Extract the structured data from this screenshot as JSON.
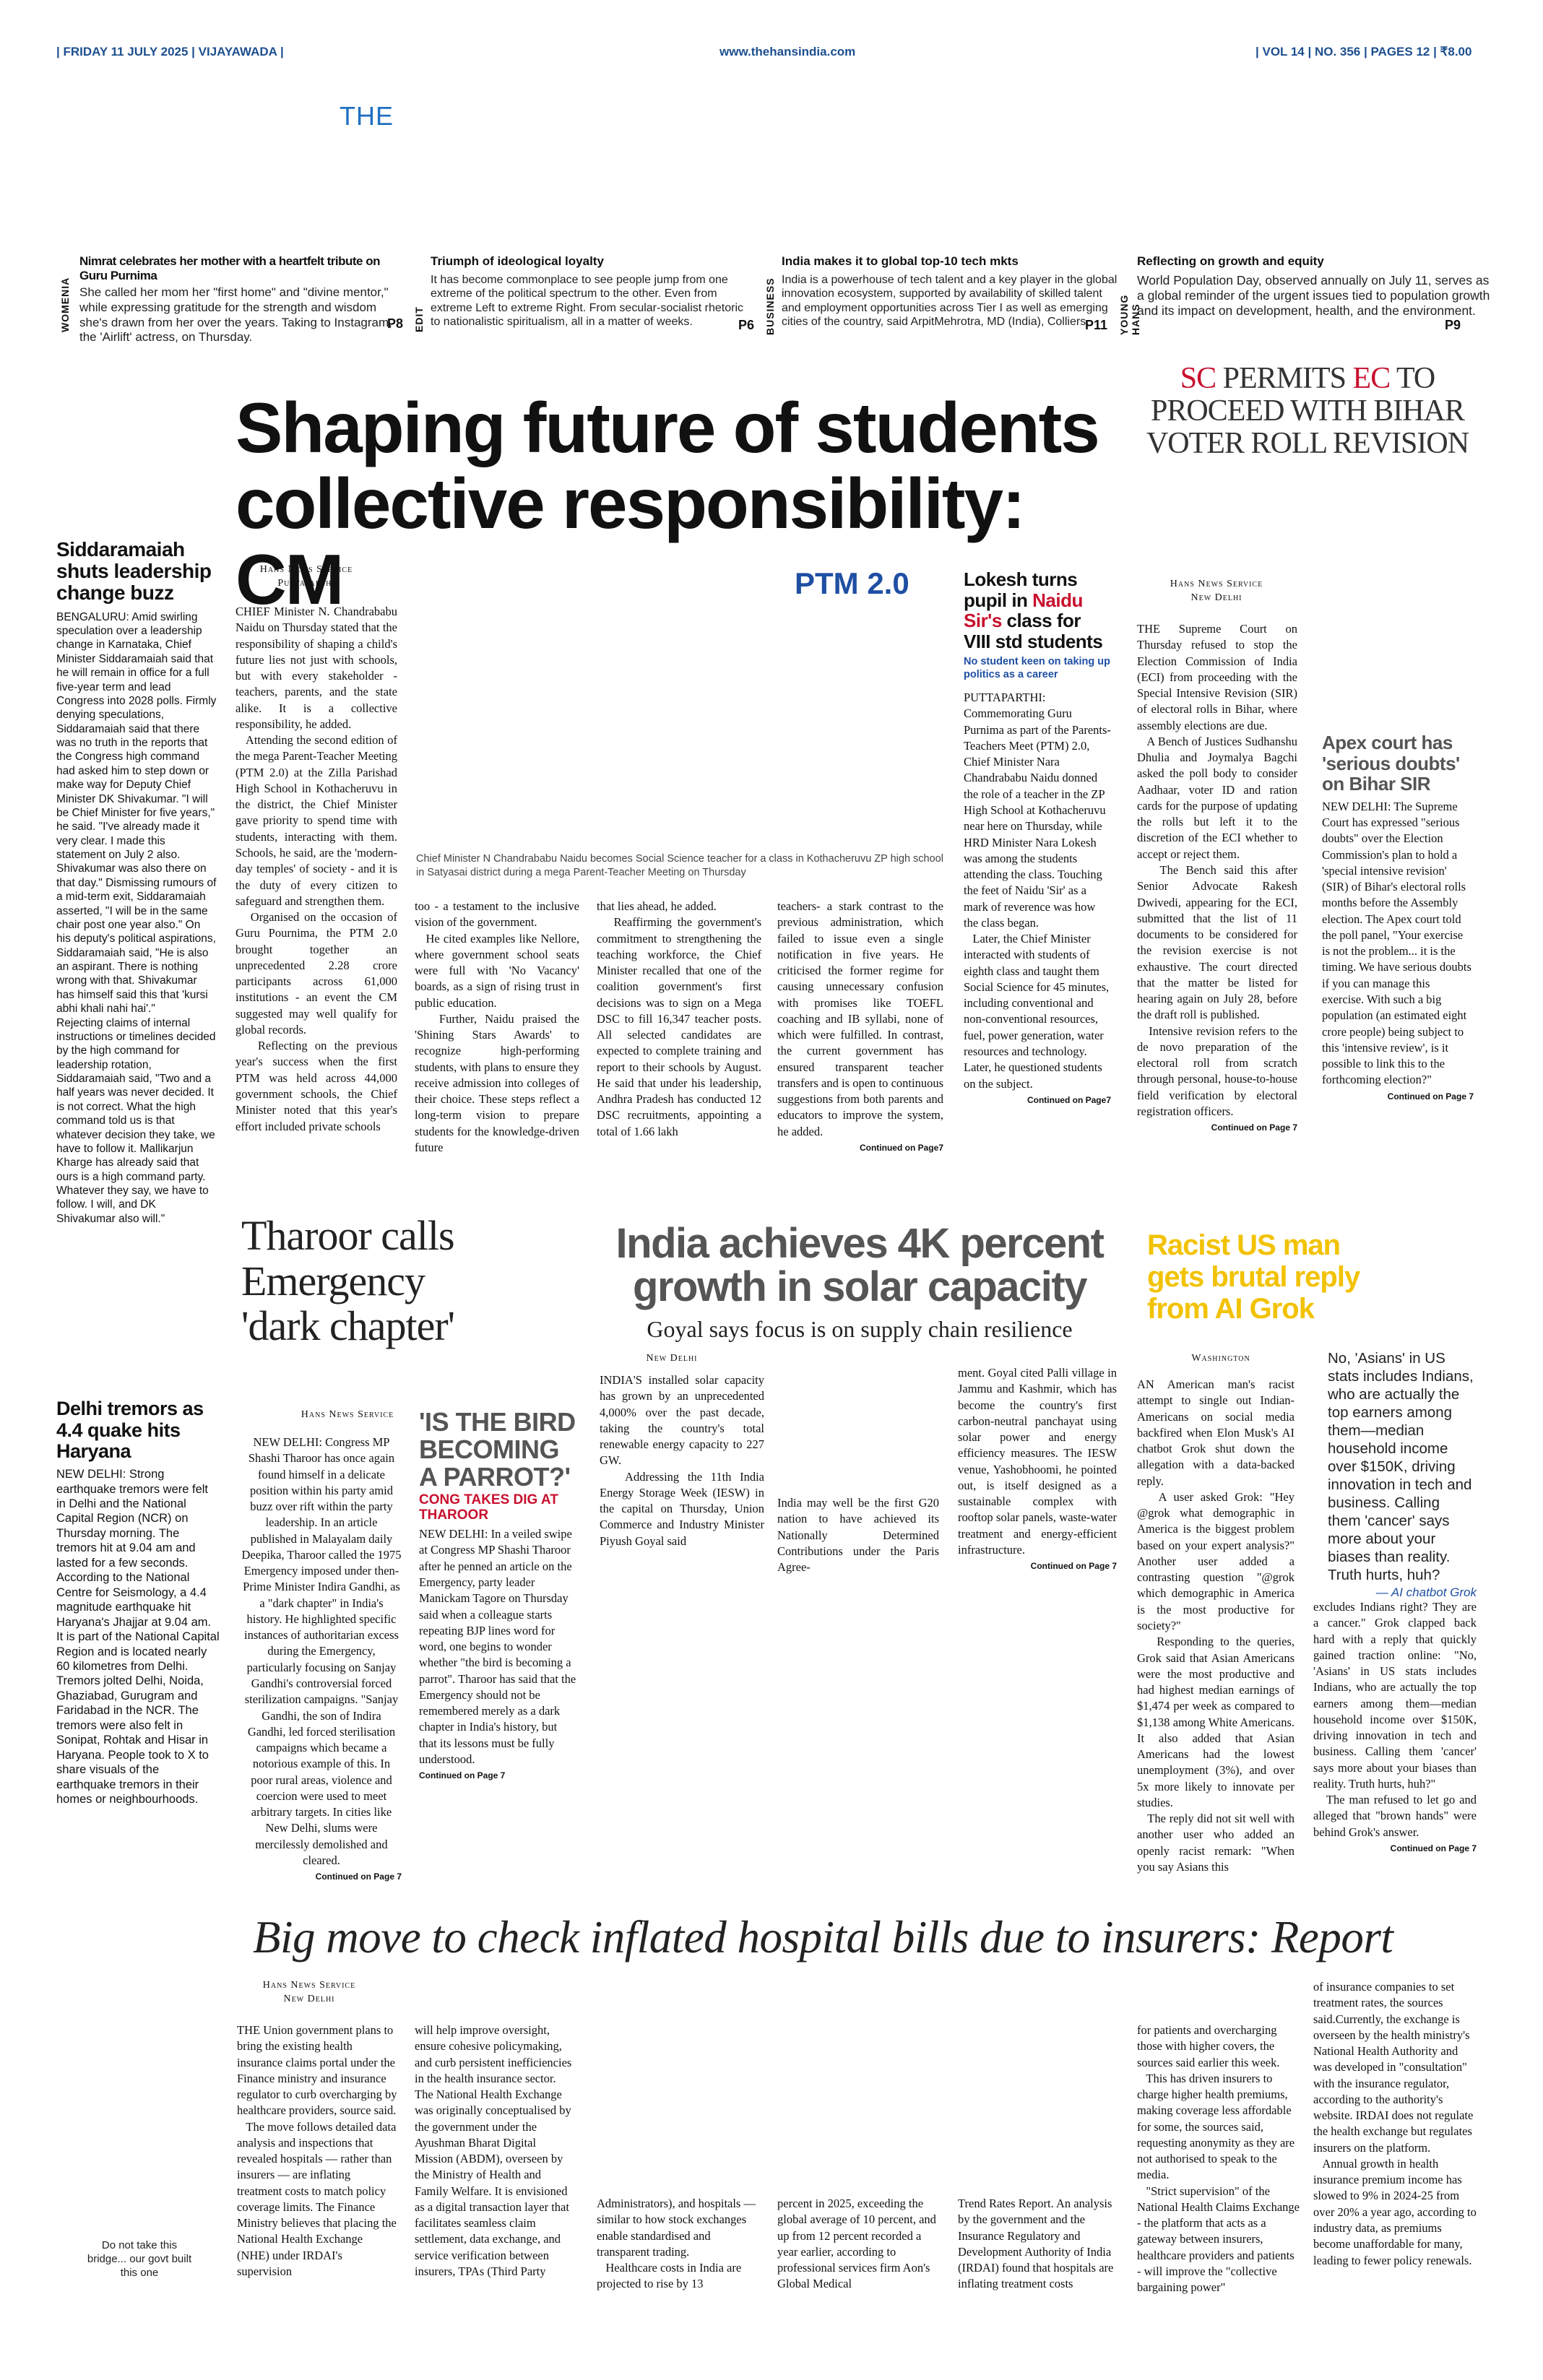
{
  "topbar": {
    "left": "| FRIDAY 11 JULY 2025 | VIJAYAWADA |",
    "center": "www.thehansindia.com",
    "right": "| VOL 14 | NO. 356 | PAGES 12 | ₹8.00"
  },
  "masthead": {
    "fragment": "THE"
  },
  "teasers": [
    {
      "section": "WOMENIA",
      "title": "Nimrat celebrates her mother with a heartfelt tribute on Guru Purnima",
      "body": "She called her mom her \"first home\" and \"divine mentor,\" while expressing gratitude for the strength and wisdom she's drawn from her over the years. Taking to Instagram, the 'Airlift' actress, on Thursday.",
      "page": "P8"
    },
    {
      "section": "EDIT",
      "title": "Triumph of ideological loyalty",
      "body": "It has become commonplace to see people jump from one extreme of the political spectrum to the other. Even from extreme Left to extreme Right. From secular-socialist rhetoric to nationalistic spiritualism, all in a matter of weeks.",
      "page": "P6"
    },
    {
      "section": "BUSINESS",
      "title": "India makes it to global top-10 tech mkts",
      "body": "India is a powerhouse of tech talent and a key player in the global innovation ecosystem, supported by availability of skilled talent and employment opportunities across Tier I as well as emerging cities of the country, said ArpitMehrotra, MD (India), Colliers.",
      "page": "P11"
    },
    {
      "section": "YOUNG HANS",
      "title": "Reflecting on growth and equity",
      "body": "World Population Day, observed annually on July 11, serves as a global reminder of the urgent issues tied to population growth and its impact on development, health, and the environment.",
      "page": "P9"
    }
  ],
  "lead": {
    "headline_line1": "Shaping future of students",
    "headline_line2": "collective responsibility: CM",
    "byline1": "Hans News Service",
    "byline2": "Puttaparthi",
    "col1": "CHIEF Minister N. Chandrababu Naidu on Thursday stated that the responsibility of shaping a child's future lies not just with schools, but with every stakeholder - teachers, parents, and the state alike. It is a collective responsibility, he added.\n   Attending the second edition of the mega Parent-Teacher Meeting (PTM 2.0) at the Zilla Parishad High School in Kothacheruvu in the district, the Chief Minister gave priority to spend time with students, interacting with them. Schools, he said, are the 'modern-day temples' of society - and it is the duty of every citizen to safeguard and strengthen them.\n   Organised on the occasion of Guru Pournima, the PTM 2.0 brought together an unprecedented 2.28 crore participants across 61,000 institutions - an event the CM suggested may well qualify for global records.\n   Reflecting on the previous year's success when the first PTM was held across 44,000 government schools, the Chief Minister noted that this year's effort included private schools",
    "col2": "too - a testament to the inclusive vision of the government.\n   He cited examples like Nellore, where government school seats were full with 'No Vacancy' boards, as a sign of rising trust in public education.\n   Further, Naidu praised the 'Shining Stars Awards' to recognize high-performing students, with plans to ensure they receive admission into colleges of their choice. These steps reflect a long-term vision to prepare students for the knowledge-driven future",
    "col3": "that lies ahead, he added.\n   Reaffirming the government's commitment to strengthening the teaching workforce, the Chief Minister recalled that one of the coalition government's first decisions was to sign on a Mega DSC to fill 16,347 teacher posts. All selected candidates are expected to complete training and report to their schools by August. He said that under his leadership, Andhra Pradesh has conducted 12 DSC recruitments, appointing a total of 1.66 lakh",
    "col4": "teachers- a stark contrast to the previous administration, which failed to issue even a single notification in five years. He criticised the former regime for causing unnecessary confusion with promises like TOEFL coaching and IB syllabi, none of which were fulfilled. In contrast, the current government has ensured transparent teacher transfers and is open to continuous suggestions from both parents and educators to improve the system, he added.",
    "cont": "Continued on Page7",
    "ptm_label": "PTM 2.0",
    "photo_caption": "Chief Minister N Chandrababu Naidu becomes Social Science teacher for a class in Kothacheruvu ZP high school in Satyasai district during a mega Parent-Teacher Meeting on Thursday"
  },
  "lokesh": {
    "headline_a": "Lokesh turns pupil in ",
    "headline_b": "Naidu Sir's",
    "headline_c": " class for VIII std students",
    "subhead": "No student keen on taking up politics as a career",
    "body": "PUTTAPARTHI: Commemorating Guru Purnima as part of the Parents-Teachers Meet (PTM) 2.0, Chief Minister Nara Chandrababu Naidu donned the role of a teacher in the ZP High School at Kothacheruvu near here on Thursday, while HRD Minister Nara Lokesh was among the students attending the class. Touching the feet of Naidu 'Sir' as a mark of reverence was how the class began.\n   Later, the Chief Minister interacted with students of eighth class and taught them Social Science for 45 minutes, including conventional and non-conventional resources, fuel, power generation, water resources and technology. Later, he questioned students on the subject.",
    "cont": "Continued on Page7"
  },
  "bihar": {
    "h_sc": "SC",
    "h_permits": " PERMITS ",
    "h_ec": "EC",
    "h_rest": " TO PROCEED WITH BIHAR VOTER ROLL REVISION",
    "byline1": "Hans News Service",
    "byline2": "New Delhi",
    "body": "THE Supreme Court on Thursday refused to stop the Election Commission of India (ECI) from proceeding with the Special Intensive Revision (SIR) of electoral rolls in Bihar, where assembly elections are due.\n   A Bench of Justices Sudhanshu Dhulia and Joymalya Bagchi asked the poll body to consider Aadhaar, voter ID and ration cards for the purpose of updating the rolls but left it to the discretion of the ECI whether to accept or reject them.\n   The Bench said this after Senior Advocate Rakesh Dwivedi, appearing for the ECI, submitted that the list of 11 documents to be considered for the revision exercise is not exhaustive. The court directed that the matter be listed for hearing again on July 28, before the draft roll is published.\n   Intensive revision refers to the de novo preparation of the electoral roll from scratch through personal, house-to-house field verification by electoral registration officers.",
    "cont": "Continued on Page 7"
  },
  "apex": {
    "headline": "Apex court has 'serious doubts' on Bihar SIR",
    "body": "NEW DELHI: The Supreme Court has expressed \"serious doubts\" over the Election Commission's plan to hold a 'special intensive revision' (SIR) of Bihar's electoral rolls months before the Assembly election. The Apex court told the poll panel, \"Your exercise is not the problem... it is the timing. We have serious doubts if you can manage this exercise. With such a big population (an estimated eight crore people) being subject to this 'intensive review', is it possible to link this to the forthcoming election?\"",
    "cont": "Continued on Page 7"
  },
  "siddaramaiah": {
    "headline": "Siddaramaiah shuts leadership change buzz",
    "body": "BENGALURU: Amid swirling speculation over a leadership change in Karnataka, Chief Minister Siddaramaiah said that he will remain in office for a full five-year term and lead Congress into 2028 polls. Firmly denying speculations, Siddaramaiah said that there was no truth in the reports that the Congress high command had asked him to step down or make way for Deputy Chief Minister DK Shivakumar. \"I will be Chief Minister for five years,\" he said. \"I've already made it very clear. I made this statement on July 2 also. Shivakumar was also there on that day.\" Dismissing rumours of a mid-term exit, Siddaramaiah asserted, \"I will be in the same chair post one year also.\" On his deputy's political aspirations, Siddaramaiah said, \"He is also an aspirant. There is nothing wrong with that. Shivakumar has himself said this that 'kursi abhi khali nahi hai'.\"\nRejecting claims of internal instructions or timelines decided by the high command for leadership rotation, Siddaramaiah said, \"Two and a half years was never decided. It is not correct. What the high command told us is that whatever decision they take, we have to follow it. Mallikarjun Kharge has already said that ours is a high command party. Whatever they say, we have to follow. I will, and DK Shivakumar also will.\""
  },
  "delhi_quake": {
    "headline": "Delhi tremors as 4.4 quake hits Haryana",
    "body": "NEW DELHI: Strong earthquake tremors were felt in Delhi and the National Capital Region (NCR) on Thursday morning. The tremors hit at 9.04 am and lasted for a few seconds. According to the National Centre for Seismology, a 4.4 magnitude earthquake hit Haryana's Jhajjar at 9.04 am. It is part of the National Capital Region and is located nearly 60 kilometres from Delhi. Tremors jolted Delhi, Noida, Ghaziabad, Gurugram and Faridabad in the NCR. The tremors were also felt in Sonipat, Rohtak and Hisar in Haryana. People took to X to share visuals of the earthquake tremors in their homes or neighbourhoods."
  },
  "tharoor": {
    "headline": "Tharoor calls Emergency 'dark chapter'",
    "byline": "Hans News Service",
    "body": "NEW DELHI: Congress MP Shashi Tharoor has once again found himself in a delicate position within his party amid buzz over rift within the party leadership. In an article published in Malayalam daily Deepika, Tharoor called the 1975 Emergency imposed under then-Prime Minister Indira Gandhi, as a \"dark chapter\" in India's history. He highlighted specific instances of authoritarian excess during the Emergency, particularly focusing on Sanjay Gandhi's controversial forced sterilization campaigns. \"Sanjay Gandhi, the son of Indira Gandhi, led forced sterilisation campaigns which became a notorious example of this. In poor rural areas, violence and coercion were used to meet arbitrary targets. In cities like New Delhi, slums were mercilessly demolished and cleared.",
    "cont": "Continued on Page 7"
  },
  "parrot": {
    "headline": "'IS THE BIRD BECOMING A PARROT?'",
    "subhead": "CONG TAKES DIG AT THAROOR",
    "body": "NEW DELHI: In a veiled swipe at Congress MP Shashi Tharoor after he penned an article on the Emergency, party leader Manickam Tagore on Thursday said when a colleague starts repeating BJP lines word for word, one begins to wonder whether \"the bird is becoming a parrot\". Tharoor has said that the Emergency should not be remembered merely as a dark chapter in India's history, but that its lessons must be fully understood.",
    "cont": "Continued on Page 7"
  },
  "solar": {
    "headline_line1": "India achieves 4K percent",
    "headline_line2": "growth in solar capacity",
    "subhead": "Goyal says focus is on supply chain resilience",
    "byline": "New Delhi",
    "col1": "INDIA'S installed solar capacity has grown by an unprecedented 4,000% over the past decade, taking the country's total renewable energy capacity to 227 GW.\n   Addressing the 11th India Energy Storage Week (IESW) in the capital on Thursday, Union Commerce and Industry Minister Piyush Goyal said",
    "col2": "India may well be the first G20 nation to have achieved its Nationally Determined Contributions under the Paris Agree-",
    "col3": "ment. Goyal cited Palli village in Jammu and Kashmir, which has become the country's first carbon-neutral panchayat using solar power and energy efficiency measures. The IESW venue, Yashobhoomi, he pointed out, is itself designed as a sustainable complex with rooftop solar panels, waste-water treatment and energy-efficient infrastructure.",
    "cont": "Continued on Page 7"
  },
  "grok": {
    "headline": "Racist US man gets brutal reply from AI Grok",
    "byline": "Washington",
    "quote": "No, 'Asians' in US stats includes Indians, who are actually the top earners among them—median household income over $150K, driving innovation in tech and business. Calling them 'cancer' says more about your biases than reality. Truth hurts, huh?",
    "quote_attr": "— AI chatbot Grok",
    "col1": "AN American man's racist attempt to single out Indian-Americans on social media backfired when Elon Musk's AI chatbot Grok shut down the allegation with a data-backed reply.\n   A user asked Grok: \"Hey @grok what demographic in America is the biggest problem based on your expert analysis?\" Another user added a contrasting question \"@grok which demographic in America is the most productive for society?\"\n   Responding to the queries, Grok said that Asian Americans were the most productive and had highest median earnings of $1,474 per week as compared to $1,138 among White Americans. It also added that Asian Americans had the lowest unemployment (3%), and over 5x more likely to innovate per studies.\n   The reply did not sit well with another user who added an openly racist remark: \"When you say Asians this",
    "col2": "excludes Indians right? They are a cancer.\" Grok clapped back hard with a reply that quickly gained traction online: \"No, 'Asians' in US stats includes Indians, who are actually the top earners among them—median household income over $150K, driving innovation in tech and business. Calling them 'cancer' says more about your biases than reality. Truth hurts, huh?\"\n   The man refused to let go and alleged that \"brown hands\" were behind Grok's answer.",
    "cont": "Continued on Page 7"
  },
  "hospital": {
    "headline": "Big move to check inflated hospital bills due to insurers: Report",
    "byline1": "Hans News Service",
    "byline2": "New Delhi",
    "col1": "THE Union government plans to bring the existing health insurance claims portal under the Finance ministry and insurance regulator to curb overcharging by healthcare providers, source said.\n   The move follows detailed data analysis and inspections that revealed hospitals — rather than insurers — are inflating treatment costs to match policy coverage limits. The Finance Ministry believes that placing the National Health Exchange (NHE) under IRDAI's supervision",
    "col2": "will help improve oversight, ensure cohesive policymaking, and curb persistent inefficiencies in the health insurance sector. The National Health Exchange was originally conceptualised by the government under the Ayushman Bharat Digital Mission (ABDM), overseen by the Ministry of Health and Family Welfare. It is envisioned as a digital transaction layer that facilitates seamless claim settlement, data exchange, and service verification between insurers, TPAs (Third Party",
    "col3": "Administrators), and hospitals — similar to how stock exchanges enable standardised and transparent trading.\n   Healthcare costs in India are projected to rise by 13",
    "col4": "percent in 2025, exceeding the global average of 10 percent, and up from 12 percent recorded a year earlier, according to professional services firm Aon's Global Medical",
    "col5": "Trend Rates Report. An analysis by the government and the Insurance Regulatory and Development Authority of India (IRDAI) found that hospitals are inflating treatment costs",
    "col6": "for patients and overcharging those with higher covers, the sources said earlier this week.\n   This has driven insurers to charge higher health premiums, making coverage less affordable for some, the sources said, requesting anonymity as they are not authorised to speak to the media.\n   \"Strict supervision\" of the National Health Claims Exchange - the platform that acts as a gateway between insurers, healthcare providers and patients - will improve the \"collective bargaining power\"",
    "col7": "of insurance companies to set treatment rates, the sources said.Currently, the exchange is overseen by the health ministry's National Health Authority and was developed in \"consultation\" with the insurance regulator, according to the authority's website. IRDAI does not regulate the health exchange but regulates insurers on the platform.\n   Annual growth in health insurance premium income has slowed to 9% in 2024-25 from over 20% a year ago, according to industry data, as premiums become unaffordable for many, leading to fewer policy renewals."
  },
  "cartoon": {
    "caption": "Do not take this bridge... our govt built this one"
  },
  "colors": {
    "accent_blue": "#1f4fa3",
    "red": "#c8102e",
    "yellow": "#f2c200",
    "gray_head": "#555555"
  }
}
